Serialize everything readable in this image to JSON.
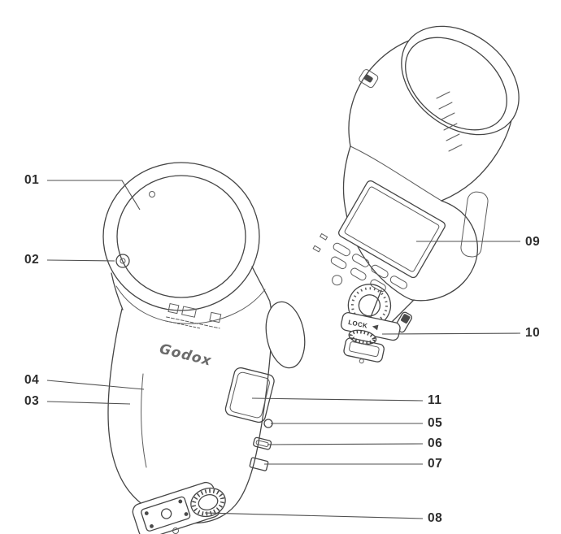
{
  "colors": {
    "line": "#454545",
    "leader": "#4f4f4f",
    "label_text": "#2e2e2e"
  },
  "texts": {
    "brand_logo": "Godox",
    "lock_label": "LOCK"
  },
  "callouts": [
    {
      "label": "01"
    },
    {
      "label": "02"
    },
    {
      "label": "03"
    },
    {
      "label": "04"
    },
    {
      "label": "05"
    },
    {
      "label": "06"
    },
    {
      "label": "07"
    },
    {
      "label": "08"
    },
    {
      "label": "09"
    },
    {
      "label": "10"
    },
    {
      "label": "11"
    }
  ]
}
